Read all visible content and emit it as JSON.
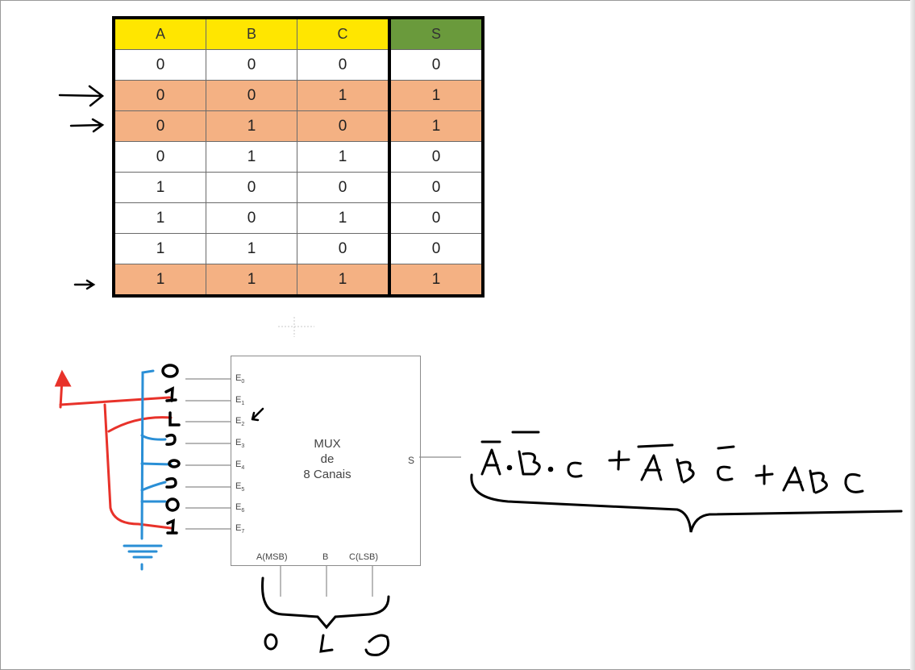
{
  "truth_table": {
    "headers": [
      "A",
      "B",
      "C",
      "S"
    ],
    "rows": [
      [
        "0",
        "0",
        "0",
        "0"
      ],
      [
        "0",
        "0",
        "1",
        "1"
      ],
      [
        "0",
        "1",
        "0",
        "1"
      ],
      [
        "0",
        "1",
        "1",
        "0"
      ],
      [
        "1",
        "0",
        "0",
        "0"
      ],
      [
        "1",
        "0",
        "1",
        "0"
      ],
      [
        "1",
        "1",
        "0",
        "0"
      ],
      [
        "1",
        "1",
        "1",
        "1"
      ]
    ],
    "highlighted_rows": [
      1,
      2,
      7
    ],
    "colors": {
      "header_inputs": "#ffe600",
      "header_output": "#6a9a3c",
      "highlight": "#f4b183"
    }
  },
  "mux": {
    "title": "MUX",
    "subtitle": "de",
    "subtitle2": "8 Canais",
    "output_label": "S",
    "inputs": [
      "E0",
      "E1",
      "E2",
      "E3",
      "E4",
      "E5",
      "E6",
      "E7"
    ],
    "selects": [
      "A(MSB)",
      "B",
      "C(LSB)"
    ]
  },
  "annotations": {
    "input_values": [
      "0",
      "1",
      "1",
      "0",
      "0",
      "0",
      "0",
      "1"
    ],
    "select_values": [
      "0",
      "1",
      "0"
    ],
    "expression": "A·B·C + A B C + A B C",
    "ink_colors": {
      "red": "#e8322a",
      "blue": "#2a8fd6",
      "black": "#000000"
    }
  }
}
